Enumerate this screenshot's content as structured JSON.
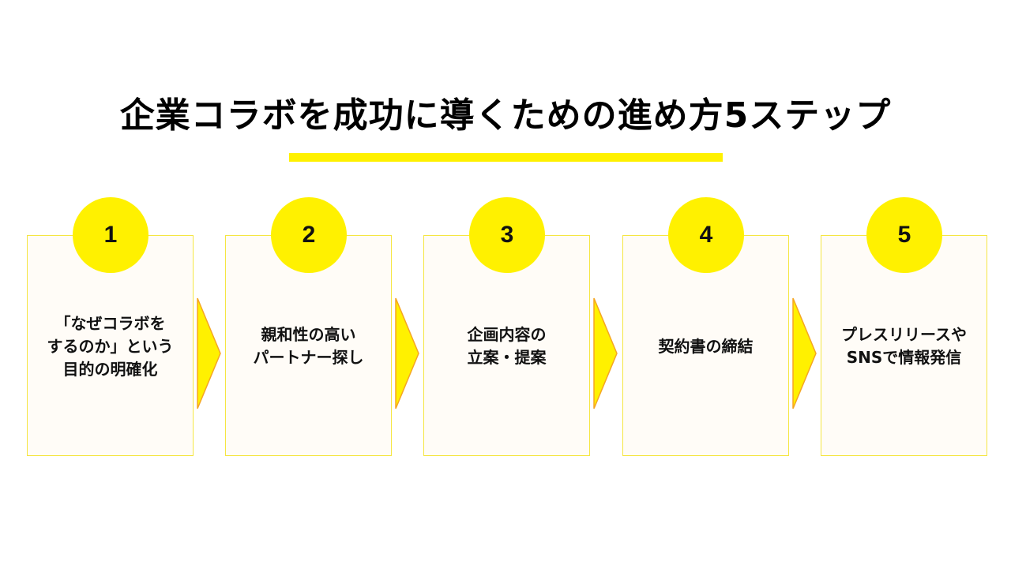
{
  "title": "企業コラボを成功に導くための進め方5ステップ",
  "colors": {
    "accent": "#fff100",
    "arrow_stroke": "#f5a623",
    "box_bg": "#fffcf7"
  },
  "steps": [
    {
      "number": "1",
      "lines": [
        "「なぜコラボを",
        "するのか」という",
        "目的の明確化"
      ]
    },
    {
      "number": "2",
      "lines": [
        "親和性の高い",
        "パートナー探し"
      ]
    },
    {
      "number": "3",
      "lines": [
        "企画内容の",
        "立案・提案"
      ]
    },
    {
      "number": "4",
      "lines": [
        "契約書の締結"
      ]
    },
    {
      "number": "5",
      "lines": [
        "プレスリリースや",
        "SNSで情報発信"
      ]
    }
  ]
}
